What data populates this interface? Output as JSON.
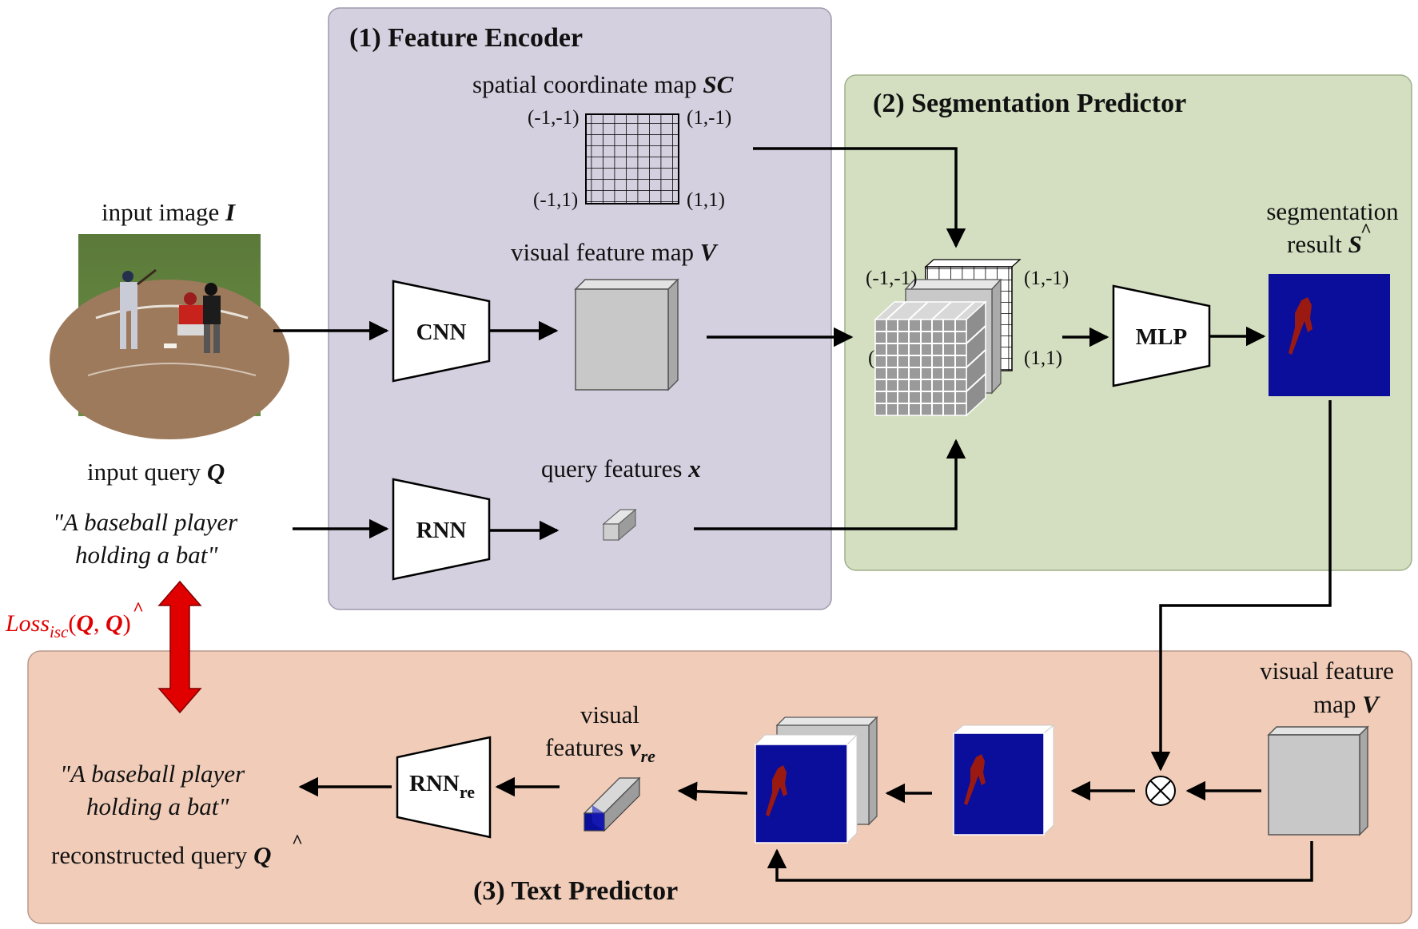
{
  "panels": {
    "encoder_title": "(1) Feature Encoder",
    "segmentation_title": "(2) Segmentation Predictor",
    "text_title": "(3) Text Predictor"
  },
  "inputs": {
    "image_label": "input image",
    "image_symbol": "I",
    "query_label": "input query",
    "query_symbol": "Q",
    "query_line1": "\"A baseball player",
    "query_line2": "holding a bat\""
  },
  "encoder": {
    "sc_label": "spatial coordinate map",
    "sc_symbol": "SC",
    "coord_tl": "(-1,-1)",
    "coord_tr": "(1,-1)",
    "coord_bl": "(-1,1)",
    "coord_br": "(1,1)",
    "vfm_label": "visual feature map",
    "vfm_symbol": "V",
    "cnn_label": "CNN",
    "rnn_label": "RNN",
    "query_feat_label": "query features",
    "query_feat_symbol": "x"
  },
  "segmentation": {
    "coord_tl": "(-1,-1)",
    "coord_tr": "(1,-1)",
    "coord_br": "(1,1)",
    "coord_bl_partial": "(",
    "mlp_label": "MLP",
    "result_line1": "segmentation",
    "result_line2": "result",
    "result_symbol": "S"
  },
  "text_predictor": {
    "vfm_line1": "visual feature",
    "vfm_line2": "map",
    "vfm_symbol": "V",
    "vis_feat_line1": "visual",
    "vis_feat_line2": "features",
    "vis_feat_symbol": "v",
    "vis_feat_sub": "re",
    "rnn_label": "RNN",
    "rnn_sub": "re",
    "recon_line1": "\"A baseball player",
    "recon_line2": "holding a bat\"",
    "recon_label": "reconstructed query",
    "recon_symbol": "Q"
  },
  "loss": {
    "prefix": "Loss",
    "sub": "isc",
    "args_open": "(",
    "arg1": "Q",
    "comma": ", ",
    "arg2": "Q",
    "args_close": ")"
  },
  "colors": {
    "encoder_bg": "#d4d0df",
    "segmentation_bg": "#d3dfc0",
    "text_bg": "#f1cdb9",
    "mask_blue": "#0b0e9a",
    "mask_red": "#9a1a12",
    "loss_red": "#e00000",
    "box_gray": "#c8c8c8"
  }
}
